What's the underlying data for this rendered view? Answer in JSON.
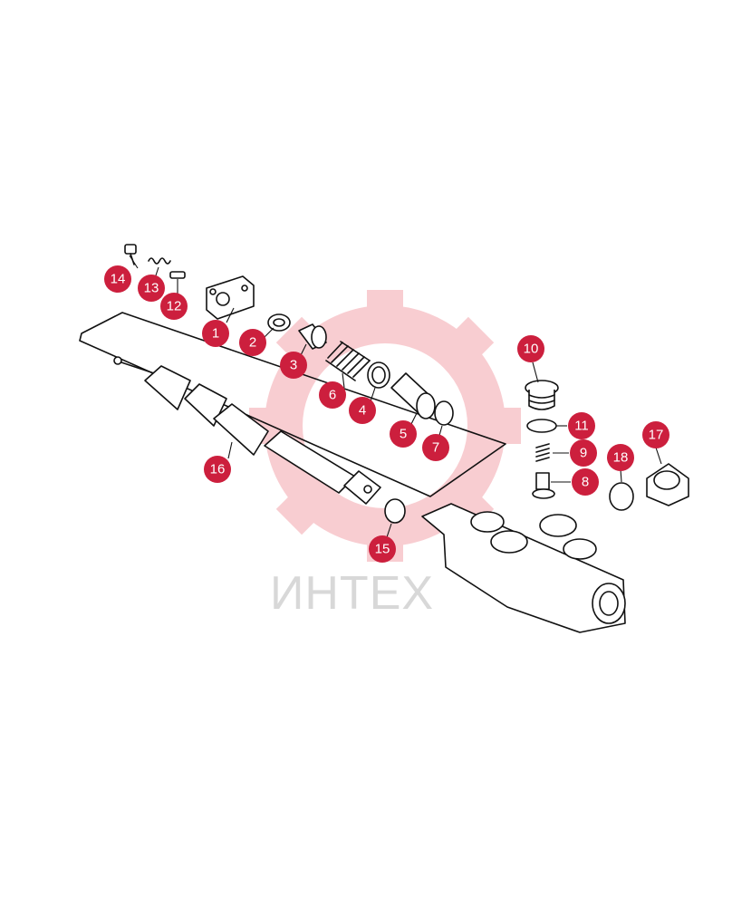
{
  "watermark": {
    "text": "ИНТЕХ",
    "color": "#f4a6ad"
  },
  "callout_color": "#cc1f3d",
  "callouts": [
    {
      "label": "1",
      "part": "plate"
    },
    {
      "label": "2",
      "part": "washer"
    },
    {
      "label": "3",
      "part": "bushing"
    },
    {
      "label": "4",
      "part": "ring"
    },
    {
      "label": "5",
      "part": "cap"
    },
    {
      "label": "6",
      "part": "spring"
    },
    {
      "label": "7",
      "part": "o-ring"
    },
    {
      "label": "8",
      "part": "check-valve-poppet"
    },
    {
      "label": "9",
      "part": "check-valve-spring"
    },
    {
      "label": "10",
      "part": "check-valve-plug"
    },
    {
      "label": "11",
      "part": "check-valve-o-ring"
    },
    {
      "label": "12",
      "part": "detent-pin"
    },
    {
      "label": "13",
      "part": "detent-spring"
    },
    {
      "label": "14",
      "part": "detent-screw"
    },
    {
      "label": "15",
      "part": "spool-o-ring"
    },
    {
      "label": "16",
      "part": "spool"
    },
    {
      "label": "17",
      "part": "port-plug"
    },
    {
      "label": "18",
      "part": "port-plug-o-ring"
    }
  ]
}
